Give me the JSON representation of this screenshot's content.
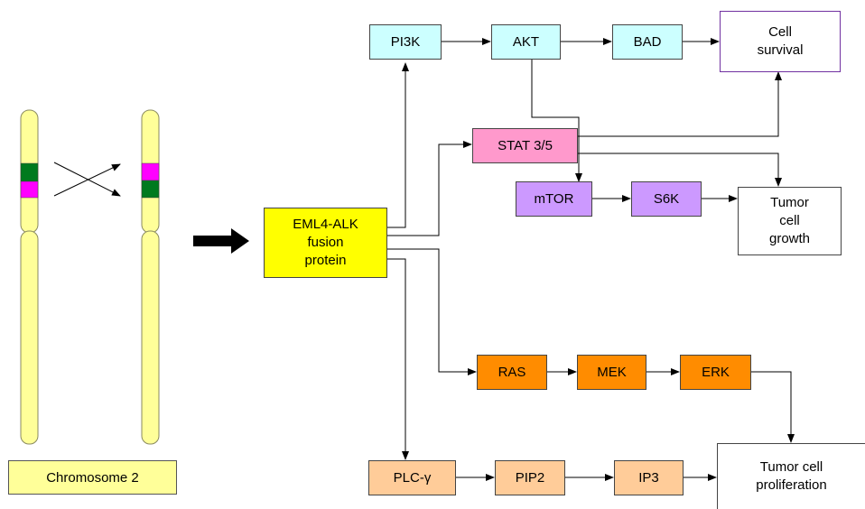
{
  "colors": {
    "chromosome_fill": "#ffff99",
    "band_green": "#007a1e",
    "band_magenta": "#ff00ff",
    "pi3k_pathway": "#ccffff",
    "stat": "#ff99cc",
    "mtor_pathway": "#cc99ff",
    "fusion": "#ffff00",
    "ras_pathway": "#ff8c00",
    "plc_pathway": "#ffcc99",
    "outcome_border": "#7030a0",
    "outcome_fill": "#ffffff"
  },
  "chromosome": {
    "label": "Chromosome 2"
  },
  "nodes": {
    "pi3k": "PI3K",
    "akt": "AKT",
    "bad": "BAD",
    "cell_survival": "Cell\nsurvival",
    "stat": "STAT 3/5",
    "mtor": "mTOR",
    "s6k": "S6K",
    "tumor_growth": "Tumor\ncell\ngrowth",
    "fusion": "EML4-ALK\nfusion\nprotein",
    "ras": "RAS",
    "mek": "MEK",
    "erk": "ERK",
    "plc": "PLC-γ",
    "pip2": "PIP2",
    "ip3": "IP3",
    "tumor_proliferation": "Tumor cell\nproliferation"
  }
}
